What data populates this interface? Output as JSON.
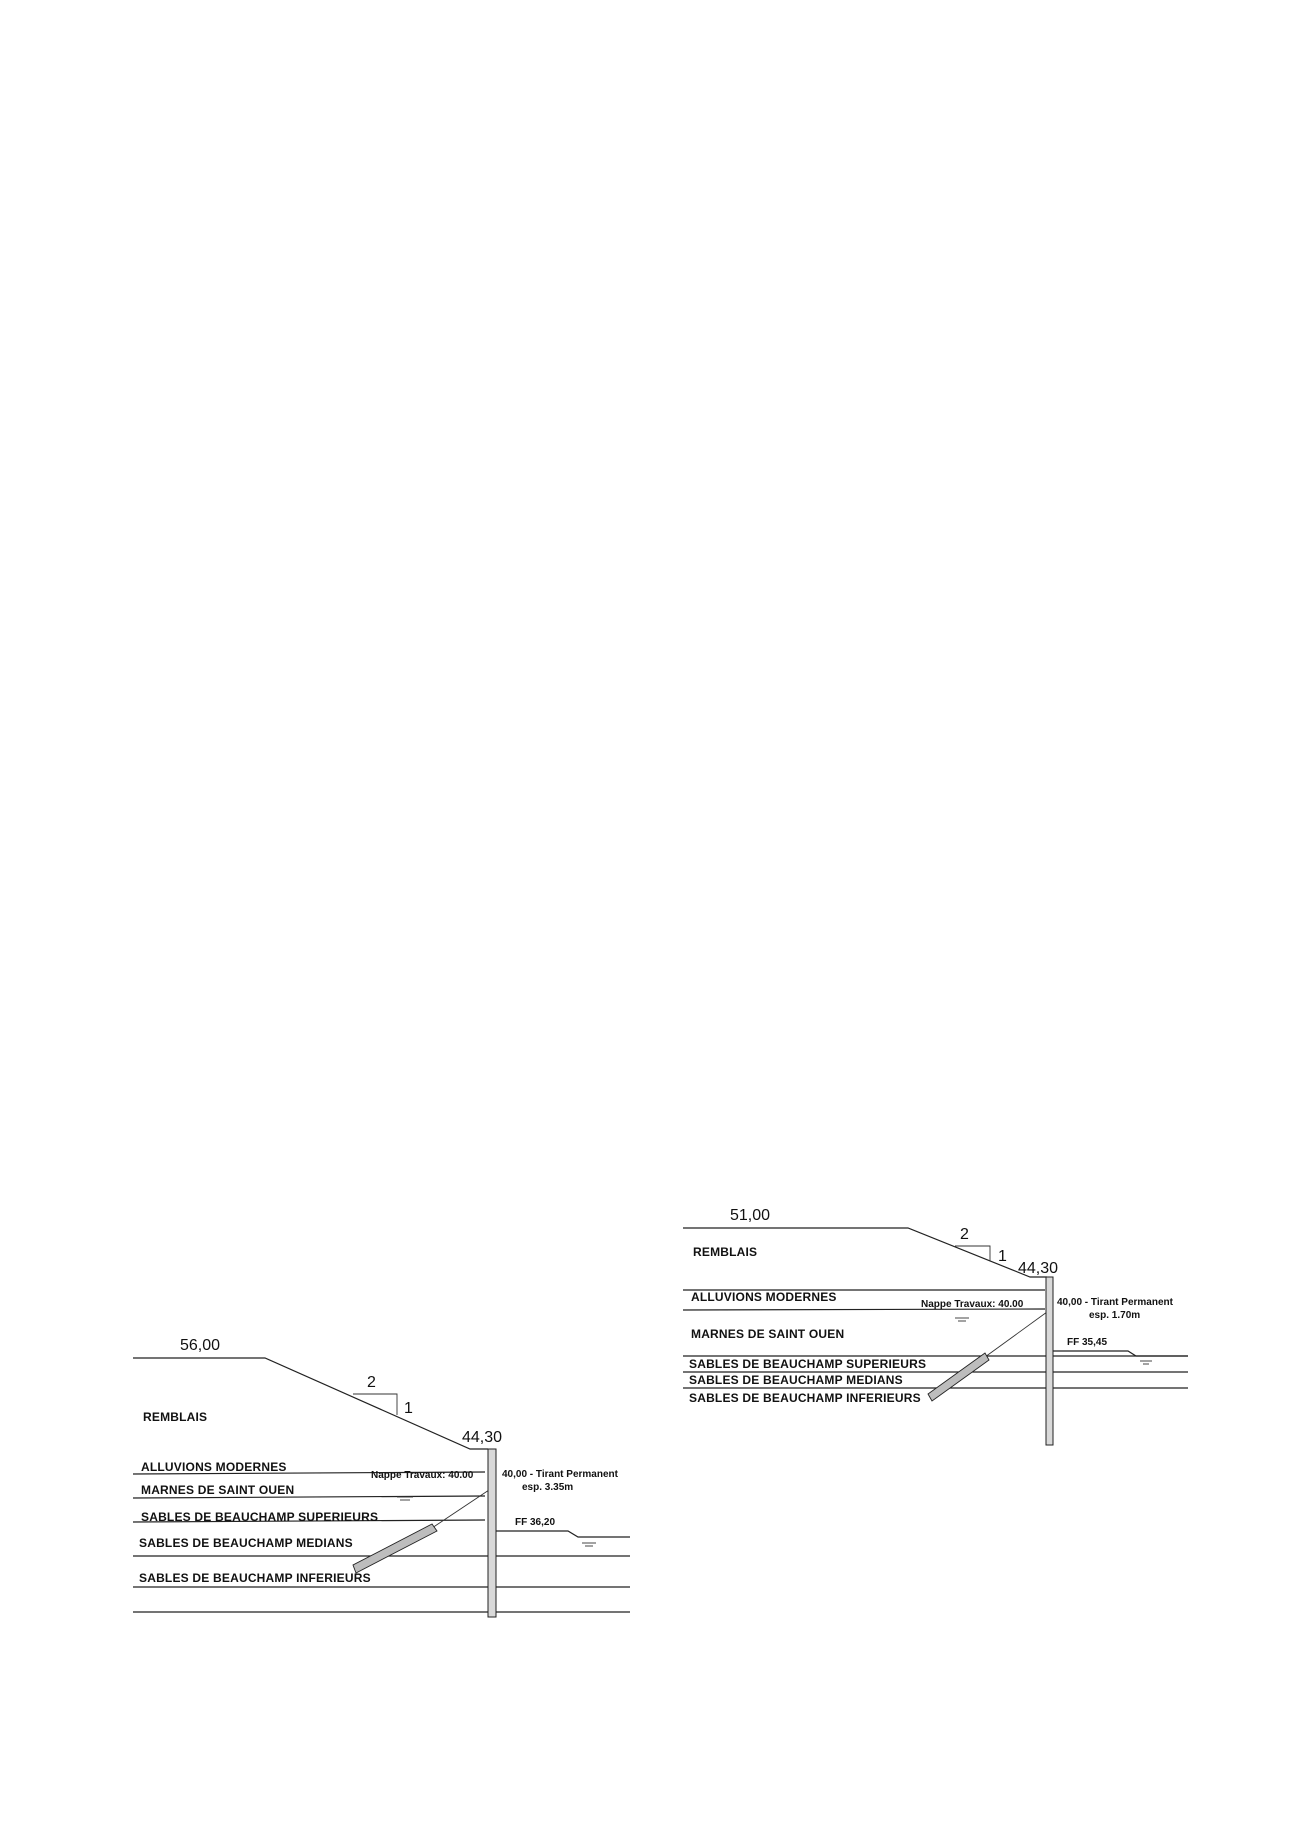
{
  "left_section": {
    "elevation_top": "56,00",
    "slope_h": "2",
    "slope_v": "1",
    "elevation_wall_top": "44,30",
    "water_table": "Nappe Travaux: 40.00",
    "anchor_line1": "40,00 - Tirant Permanent",
    "anchor_line2": "esp. 3.35m",
    "excavation_bottom": "FF 36,20",
    "layers": [
      "REMBLAIS",
      "ALLUVIONS MODERNES",
      "MARNES DE SAINT OUEN",
      "SABLES DE BEAUCHAMP SUPERIEURS",
      "SABLES DE BEAUCHAMP MEDIANS",
      "SABLES DE BEAUCHAMP INFERIEURS"
    ]
  },
  "right_section": {
    "elevation_top": "51,00",
    "slope_h": "2",
    "slope_v": "1",
    "elevation_wall_top": "44,30",
    "water_table": "Nappe Travaux: 40.00",
    "anchor_line1": "40,00 - Tirant Permanent",
    "anchor_line2": "esp. 1.70m",
    "excavation_bottom": "FF 35,45",
    "layers": [
      "REMBLAIS",
      "ALLUVIONS MODERNES",
      "MARNES DE SAINT OUEN",
      "SABLES DE BEAUCHAMP SUPERIEURS",
      "SABLES DE BEAUCHAMP MEDIANS",
      "SABLES DE BEAUCHAMP INFERIEURS"
    ]
  }
}
